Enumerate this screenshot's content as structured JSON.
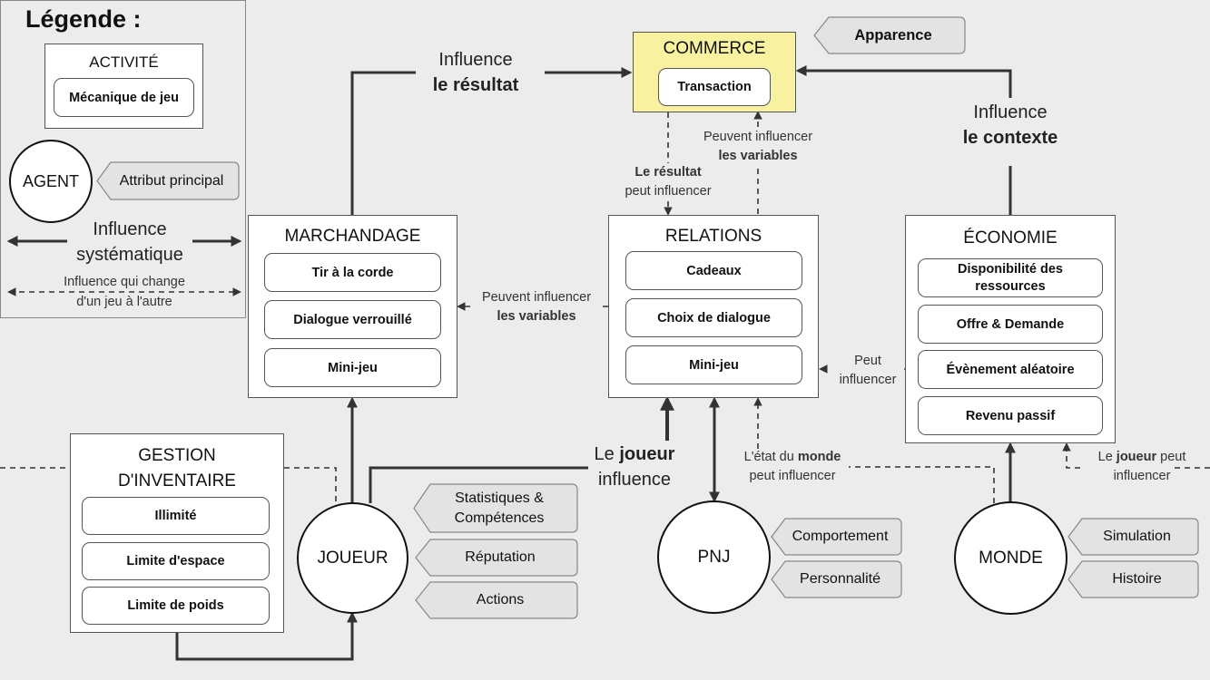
{
  "legend": {
    "title": "Légende :",
    "activity": "ACTIVITÉ",
    "mechanic": "Mécanique de jeu",
    "agent": "AGENT",
    "attribute": "Attribut principal",
    "systematic_1": "Influence",
    "systematic_2": "systématique",
    "variable_1": "Influence qui change",
    "variable_2": "d'un jeu à l'autre"
  },
  "commerce": {
    "title": "COMMERCE",
    "item": "Transaction",
    "tag": "Apparence"
  },
  "marchandage": {
    "title": "MARCHANDAGE",
    "items": [
      "Tir à la corde",
      "Dialogue verrouillé",
      "Mini-jeu"
    ]
  },
  "relations": {
    "title": "RELATIONS",
    "items": [
      "Cadeaux",
      "Choix de dialogue",
      "Mini-jeu"
    ]
  },
  "economie": {
    "title": "ÉCONOMIE",
    "items": [
      "Disponibilité des ressources",
      "Offre & Demande",
      "Évènement aléatoire",
      "Revenu passif"
    ]
  },
  "gestion": {
    "title_1": "GESTION",
    "title_2": "D'INVENTAIRE",
    "items": [
      "Illimité",
      "Limite d'espace",
      "Limite de poids"
    ]
  },
  "joueur": {
    "label": "JOUEUR",
    "attributes": [
      "Statistiques & Compétences",
      "Réputation",
      "Actions"
    ]
  },
  "pnj": {
    "label": "PNJ",
    "attributes": [
      "Comportement",
      "Personnalité"
    ]
  },
  "monde": {
    "label": "MONDE",
    "attributes": [
      "Simulation",
      "Histoire"
    ]
  },
  "labels": {
    "influence_result": {
      "l1": "Influence",
      "l2": "le résultat"
    },
    "influence_context": {
      "l1": "Influence",
      "l2": "le contexte"
    },
    "result_can": {
      "l1": "Le résultat",
      "l2": "peut influencer"
    },
    "can_variables_top": {
      "l1": "Peuvent influencer",
      "l2": "les variables"
    },
    "can_variables_left": {
      "l1": "Peuvent influencer",
      "l2": "les variables"
    },
    "can_influence": {
      "l1": "Peut",
      "l2": "influencer"
    },
    "player_influences": {
      "a": "Le ",
      "b": "joueur",
      "c": "influence"
    },
    "world_state": {
      "a": "L'état du ",
      "b": "monde",
      "c": "peut influencer"
    },
    "player_can": {
      "a": "Le ",
      "b": "joueur",
      "c": " peut",
      "d": "influencer"
    }
  },
  "colors": {
    "commerce_fill": "#f8f1a0",
    "background": "#ececec",
    "tag_fill": "#e3e3e3"
  }
}
